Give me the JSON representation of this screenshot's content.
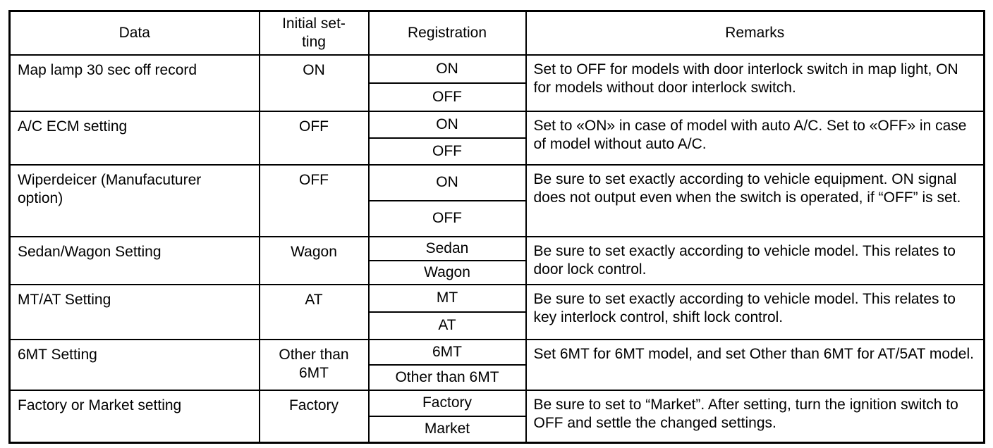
{
  "table": {
    "headers": {
      "data": "Data",
      "initial": "Initial set-\nting",
      "registration": "Registration",
      "remarks": "Remarks"
    },
    "rows": [
      {
        "data": "Map lamp 30 sec off record",
        "initial": "ON",
        "registration": [
          "ON",
          "OFF"
        ],
        "remarks": "Set to OFF for models with door interlock switch in map light, ON for models without door interlock switch."
      },
      {
        "data": "A/C ECM setting",
        "initial": "OFF",
        "registration": [
          "ON",
          "OFF"
        ],
        "remarks": "Set to «ON» in case of model with auto A/C. Set to «OFF» in case of model without auto A/C."
      },
      {
        "data": "Wiperdeicer (Manufacuturer\noption)",
        "initial": "OFF",
        "registration": [
          "ON",
          "OFF"
        ],
        "remarks": "Be sure to set exactly according to vehicle equipment. ON signal does not output even when the switch is operated, if “OFF” is set."
      },
      {
        "data": "Sedan/Wagon Setting",
        "initial": "Wagon",
        "registration": [
          "Sedan",
          "Wagon"
        ],
        "remarks": "Be sure to set exactly according to vehicle model. This relates to door lock control."
      },
      {
        "data": "MT/AT Setting",
        "initial": "AT",
        "registration": [
          "MT",
          "AT"
        ],
        "remarks": "Be sure to set exactly according to vehicle model. This relates to key interlock control, shift lock control."
      },
      {
        "data": "6MT Setting",
        "initial": "Other than\n6MT",
        "registration": [
          "6MT",
          "Other than 6MT"
        ],
        "remarks": "Set 6MT for 6MT model, and set Other than 6MT for AT/5AT model."
      },
      {
        "data": "Factory or Market setting",
        "initial": "Factory",
        "registration": [
          "Factory",
          "Market"
        ],
        "remarks": "Be sure to set to “Market”. After setting, turn the ignition switch to OFF and settle the changed settings."
      }
    ]
  }
}
